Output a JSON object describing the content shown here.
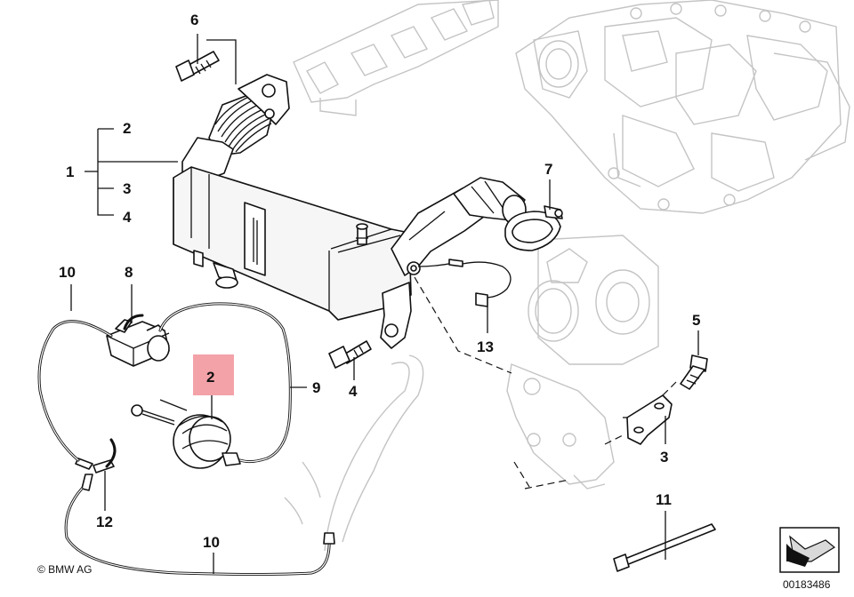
{
  "callouts": {
    "c6": "6",
    "c2_top": "2",
    "c1": "1",
    "c3_left": "3",
    "c4_left": "4",
    "c7": "7",
    "c10_top": "10",
    "c8": "8",
    "c5": "5",
    "c13": "13",
    "c2_highlight": "2",
    "c9": "9",
    "c4_bottom": "4",
    "c3_right": "3",
    "c12": "12",
    "c11": "11",
    "c10_bottom": "10"
  },
  "copyright": "© BMW AG",
  "diagram_id": "00183486",
  "colors": {
    "highlight": "#f3a2a8",
    "ink": "#111111",
    "ghost": "#c4c4c4"
  }
}
